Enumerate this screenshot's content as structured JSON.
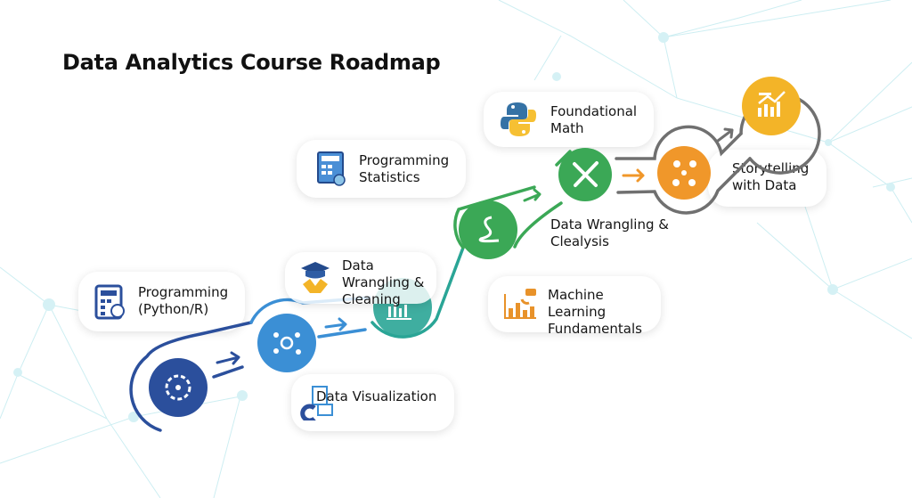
{
  "title": "Data Analytics Course Roadmap",
  "steps": [
    {
      "label_1": "Programming",
      "label_2": "(Python/R)",
      "icon": "calculator-icon"
    },
    {
      "label_1": "Programming",
      "label_2": "Statistics",
      "icon": "calculator-flask-icon"
    },
    {
      "label_1": "Data Wrangling &",
      "label_2": "Cleaning",
      "icon": "graduation-cap-icon"
    },
    {
      "label_1": "Data Visualization",
      "icon": "visualization-icon"
    },
    {
      "label_1": "Foundational",
      "label_2": "Math",
      "icon": "python-logo-icon"
    },
    {
      "label_1": "Data Wrangling &",
      "label_2": "Clealysis",
      "icon": "tools-icon"
    },
    {
      "label_1": "Machine Learning",
      "label_2": "Fundamentals",
      "icon": "bar-chart-icon"
    },
    {
      "label_1": "Storytelling",
      "label_2": "with Data",
      "icon": "trend-chart-icon"
    }
  ],
  "colors": {
    "dark_blue": "#2b4f9c",
    "blue": "#3b8fd5",
    "teal": "#2aa596",
    "green": "#3ba856",
    "orange": "#f0972a",
    "yellow": "#f3b428",
    "grey": "#707070"
  }
}
